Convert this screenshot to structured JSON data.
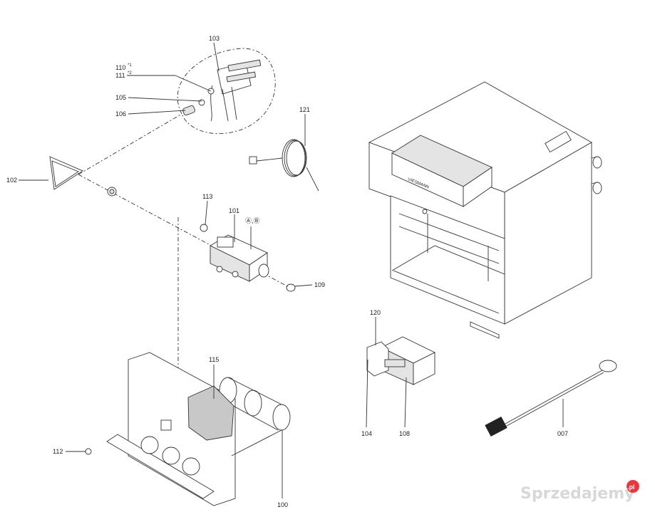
{
  "parts": [
    {
      "id": "103",
      "label": "103"
    },
    {
      "id": "110",
      "label": "110",
      "sup": "*1"
    },
    {
      "id": "111",
      "label": "111",
      "sup": "*2"
    },
    {
      "id": "105",
      "label": "105"
    },
    {
      "id": "106",
      "label": "106"
    },
    {
      "id": "121",
      "label": "121"
    },
    {
      "id": "102",
      "label": "102"
    },
    {
      "id": "113",
      "label": "113"
    },
    {
      "id": "101",
      "label": "101"
    },
    {
      "id": "ab",
      "label": "Ⓐ,Ⓑ"
    },
    {
      "id": "109",
      "label": "109"
    },
    {
      "id": "115",
      "label": "115"
    },
    {
      "id": "112",
      "label": "112"
    },
    {
      "id": "100",
      "label": "100"
    },
    {
      "id": "120",
      "label": "120"
    },
    {
      "id": "104",
      "label": "104"
    },
    {
      "id": "108",
      "label": "108"
    },
    {
      "id": "007",
      "label": "007"
    }
  ],
  "watermark": {
    "text": "Sprzedajemy",
    "badge": ".pl",
    "badge_color": "#e8383d"
  }
}
